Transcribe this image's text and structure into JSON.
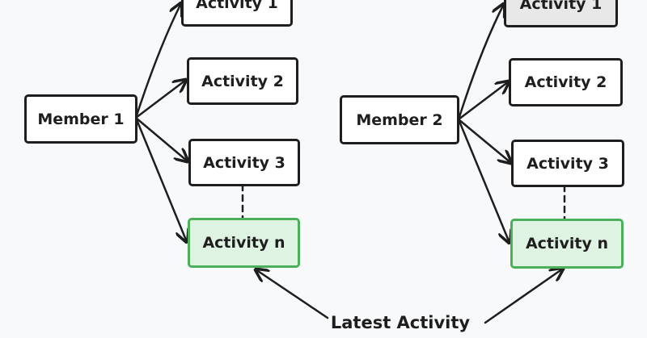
{
  "members": [
    {
      "name": "Member 1",
      "activities": [
        "Activity 1",
        "Activity 2",
        "Activity 3"
      ],
      "latest": "Activity n"
    },
    {
      "name": "Member 2",
      "activities": [
        "Activity 1",
        "Activity 2",
        "Activity 3"
      ],
      "latest": "Activity n"
    }
  ],
  "caption": "Latest Activity",
  "colors": {
    "stroke": "#1e1e1e",
    "latest_border": "#4caf5a",
    "latest_fill": "#dff3e3",
    "node_fill": "#ffffff",
    "highlight_fill": "#e8e8e8",
    "background": "#f8f9fa"
  }
}
